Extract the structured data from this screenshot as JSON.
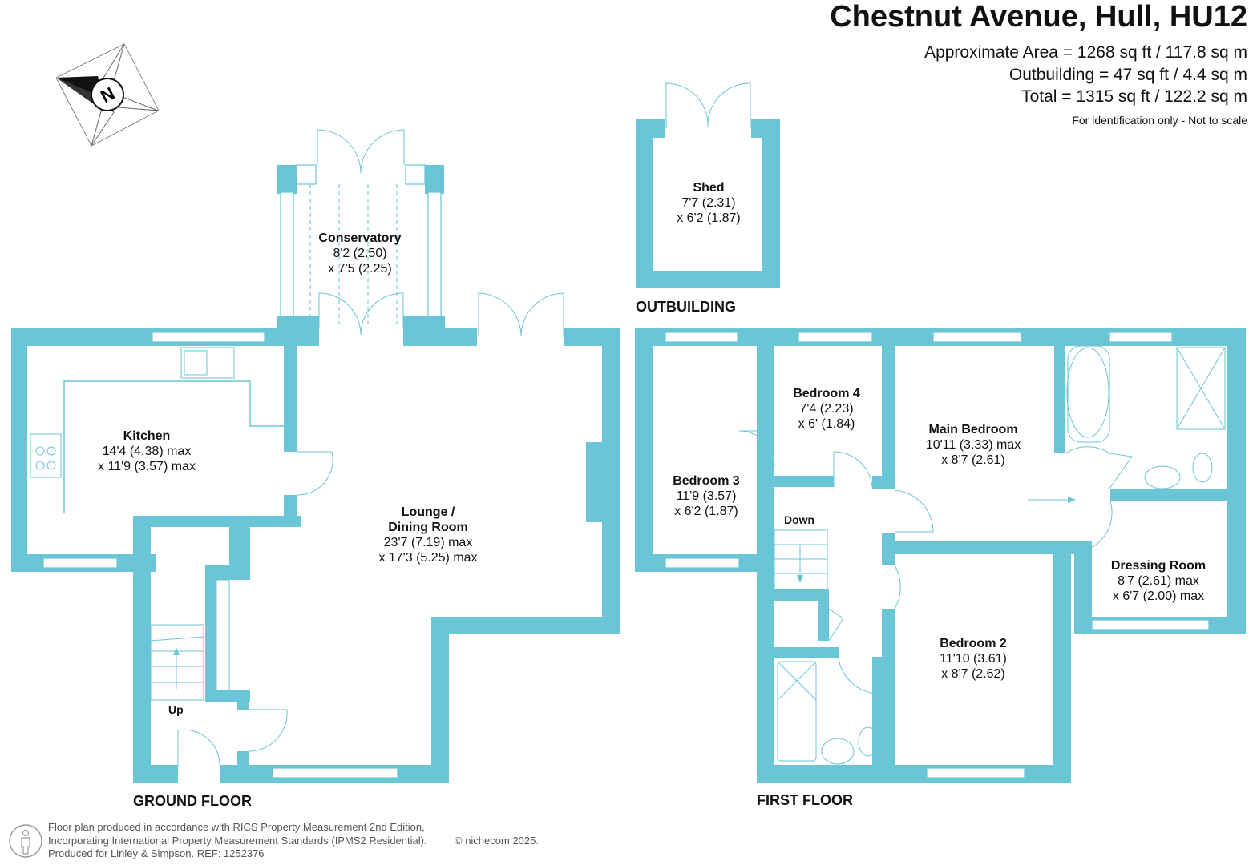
{
  "title": "Chestnut Avenue, Hull, HU12",
  "areas": [
    "Approximate Area = 1268 sq ft / 117.8 sq m",
    "Outbuilding =  47 sq ft / 4.4 sq m",
    "Total = 1315 sq ft / 122.2 sq m"
  ],
  "note": "For identification only - Not to scale",
  "compass": {
    "label": "N",
    "icon": "north-arrow-icon"
  },
  "floors": {
    "ground": "GROUND FLOOR",
    "first": "FIRST FLOOR",
    "outbuilding": "OUTBUILDING"
  },
  "rooms": {
    "conservatory": {
      "name": "Conservatory",
      "dim1": "8'2 (2.50)",
      "dim2": "x 7'5 (2.25)"
    },
    "kitchen": {
      "name": "Kitchen",
      "dim1": "14'4 (4.38) max",
      "dim2": "x 11'9 (3.57) max"
    },
    "lounge": {
      "name1": "Lounge /",
      "name2": "Dining Room",
      "dim1": "23'7 (7.19) max",
      "dim2": "x 17'3 (5.25) max"
    },
    "shed": {
      "name": "Shed",
      "dim1": "7'7 (2.31)",
      "dim2": "x 6'2 (1.87)"
    },
    "bedroom4": {
      "name": "Bedroom 4",
      "dim1": "7'4 (2.23)",
      "dim2": "x 6' (1.84)"
    },
    "main_bedroom": {
      "name": "Main Bedroom",
      "dim1": "10'11 (3.33) max",
      "dim2": "x 8'7 (2.61)"
    },
    "bedroom3": {
      "name": "Bedroom 3",
      "dim1": "11'9 (3.57)",
      "dim2": "x 6'2 (1.87)"
    },
    "dressing_room": {
      "name": "Dressing Room",
      "dim1": "8'7 (2.61) max",
      "dim2": "x 6'7 (2.00) max"
    },
    "bedroom2": {
      "name": "Bedroom 2",
      "dim1": "11'10 (3.61)",
      "dim2": "x 8'7 (2.62)"
    }
  },
  "stairs": {
    "up": "Up",
    "down": "Down"
  },
  "footer": [
    "Floor plan produced in accordance with RICS Property Measurement 2nd Edition,",
    "Incorporating International Property Measurement Standards (IPMS2 Residential).",
    "Produced for Linley & Simpson.   REF: 1252376"
  ],
  "copyright": "© nichecom 2025.",
  "colors": {
    "wall": "#6ac5d6",
    "text": "#111111"
  }
}
